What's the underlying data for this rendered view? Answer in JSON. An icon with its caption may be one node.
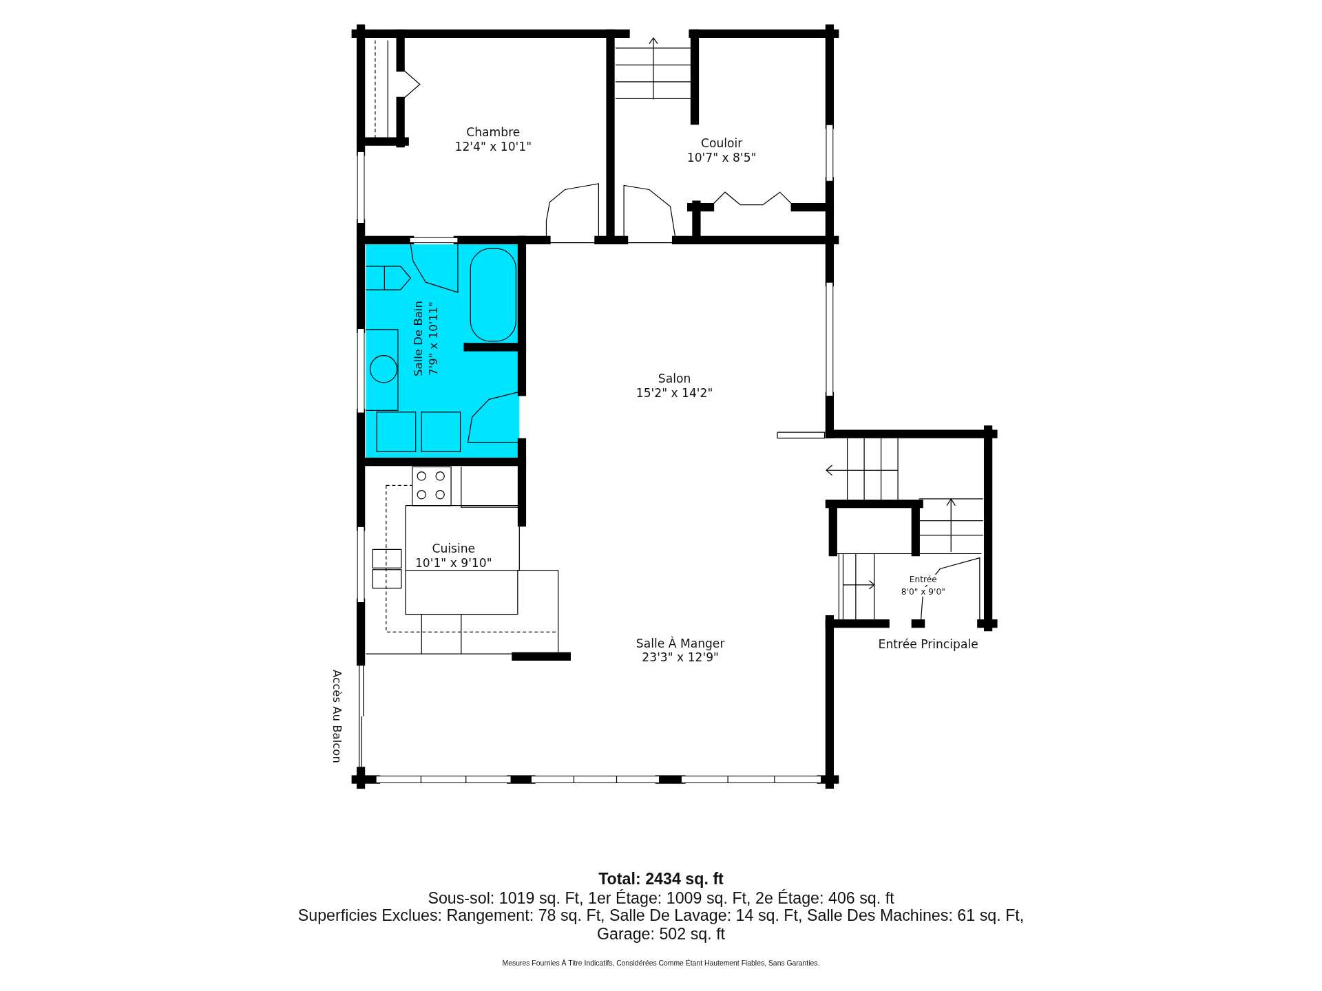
{
  "diagram": {
    "labels": [
      "Chambre",
      "12'4\" x 10'1\"",
      "Couloir",
      "10'7\" x 8'5\"",
      "Salle De Bain",
      "7'9\" x 10'11\"",
      "Salon",
      "15'2\" x 14'2\"",
      "Cuisine",
      "10'1\" x 9'10\"",
      "Entrée",
      "8'0\" x 9'0\"",
      "Salle À Manger",
      "23'3\" x 12'9\"",
      "Entrée Principale",
      "Accès Au Balcon",
      "Total: 2434 sq. ft",
      "Sous-sol: 1019 sq. Ft, 1er Étage: 1009 sq. Ft, 2e Étage: 406 sq. ft",
      "Superficies Exclues: Rangement: 78 sq. Ft, Salle De Lavage: 14 sq. Ft, Salle Des Machines: 61 sq. Ft, Garage: 502 sq. ft",
      "Mesures Fournies À Titre Indicatifs, Considérées Comme Étant Hautement Fiables, Sans Garanties."
    ]
  }
}
